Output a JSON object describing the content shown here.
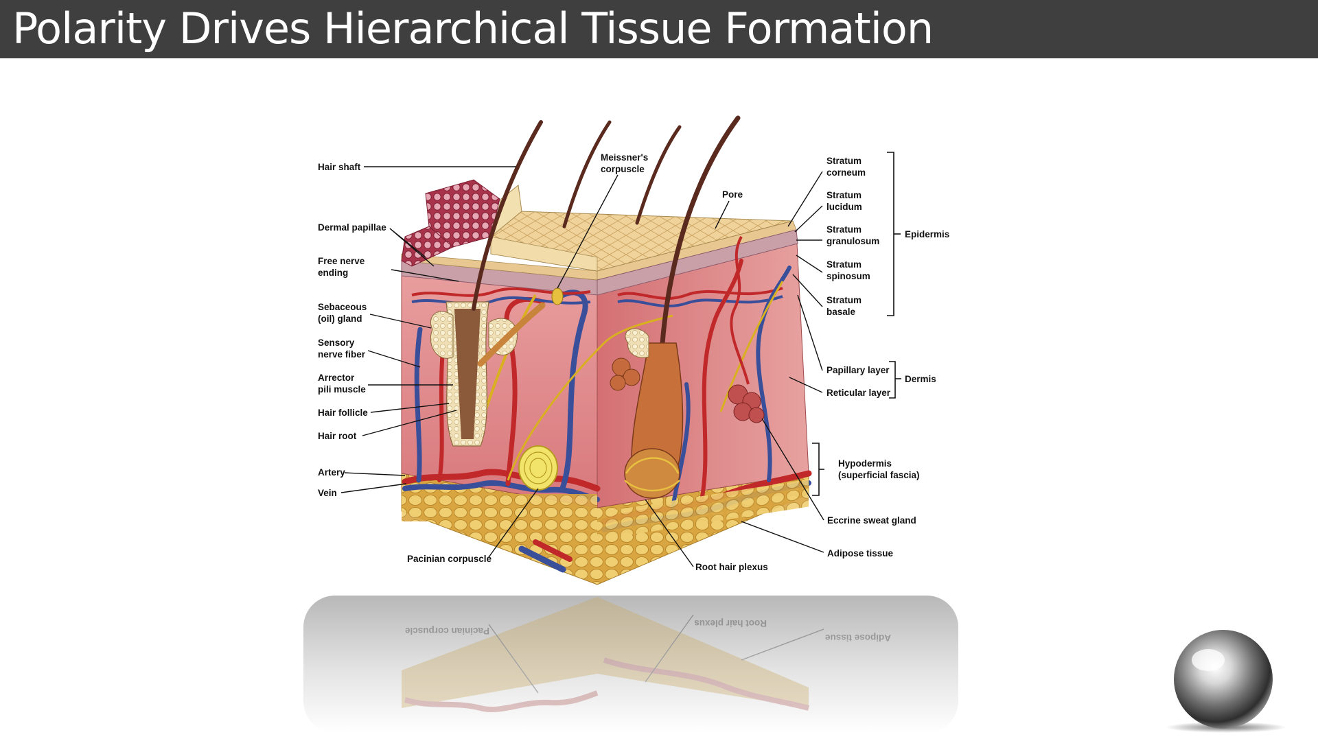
{
  "slide": {
    "title": "Polarity Drives Hierarchical Tissue Formation"
  },
  "diagram": {
    "labels_left": {
      "hair_shaft": "Hair shaft",
      "dermal_papillae": "Dermal papillae",
      "free_nerve_1": "Free nerve",
      "free_nerve_2": "ending",
      "sebaceous_1": "Sebaceous",
      "sebaceous_2": "(oil) gland",
      "sensory_1": "Sensory",
      "sensory_2": "nerve fiber",
      "arrector_1": "Arrector",
      "arrector_2": "pili muscle",
      "hair_follicle": "Hair follicle",
      "hair_root": "Hair root",
      "artery": "Artery",
      "vein": "Vein"
    },
    "labels_top": {
      "meissner_1": "Meissner's",
      "meissner_2": "corpuscle",
      "pore": "Pore"
    },
    "labels_right": {
      "corneum_1": "Stratum",
      "corneum_2": "corneum",
      "lucidum_1": "Stratum",
      "lucidum_2": "lucidum",
      "granulosum_1": "Stratum",
      "granulosum_2": "granulosum",
      "spinosum_1": "Stratum",
      "spinosum_2": "spinosum",
      "basale_1": "Stratum",
      "basale_2": "basale",
      "epidermis": "Epidermis",
      "papillary": "Papillary layer",
      "reticular": "Reticular layer",
      "dermis": "Dermis",
      "hypodermis_1": "Hypodermis",
      "hypodermis_2": "(superficial fascia)",
      "eccrine": "Eccrine sweat gland",
      "adipose": "Adipose tissue"
    },
    "labels_bottom": {
      "pacinian": "Pacinian corpuscle",
      "root_plexus": "Root hair plexus"
    }
  },
  "colors": {
    "title_bar": "#3f3f3f",
    "title_text": "#ffffff",
    "epidermis": "#f0d49a",
    "dermis": "#d9787a",
    "artery": "#c0282a",
    "vein": "#3a4f9a",
    "adipose": "#e8c25a"
  }
}
